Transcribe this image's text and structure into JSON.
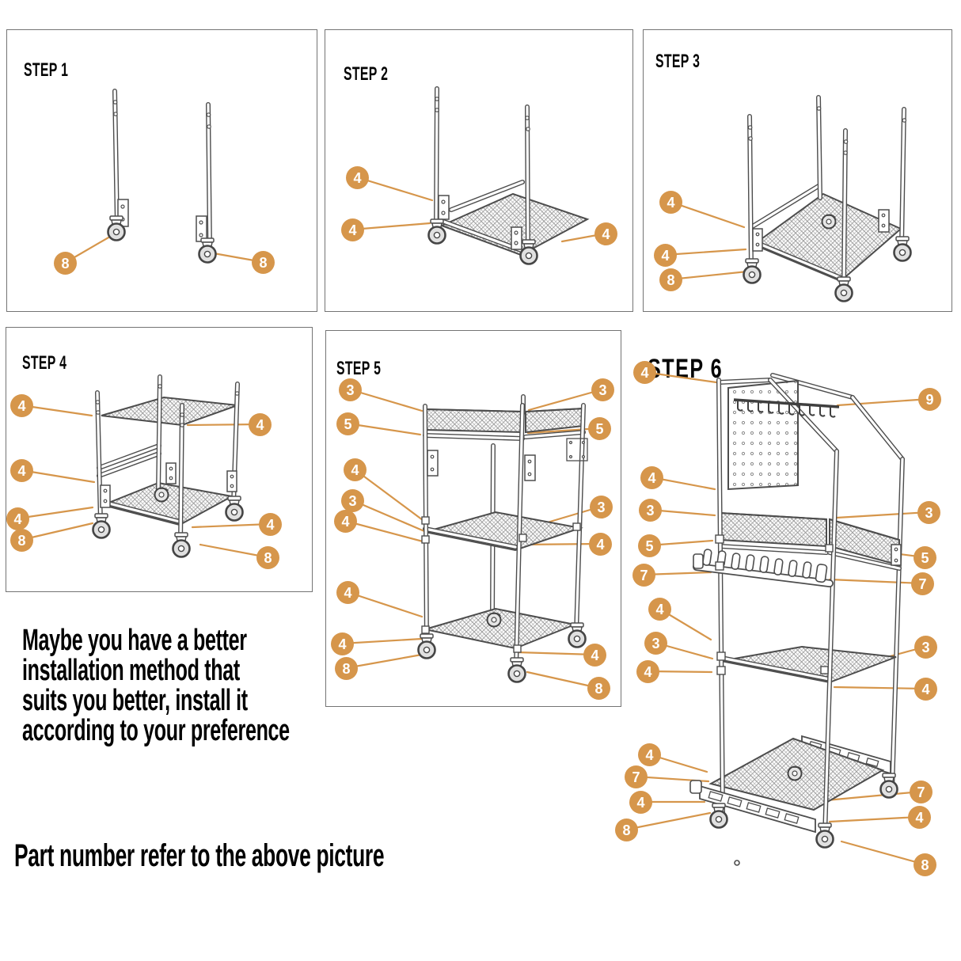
{
  "document": {
    "kind": "assembly-instruction-sheet",
    "product": "rolling utility cart"
  },
  "colors": {
    "accent": "#D6964B",
    "badge_text": "#FFFFFF",
    "line_art": "#4D4D4D",
    "panel_border": "#747474",
    "background": "#FFFFFF",
    "text": "#000000"
  },
  "notes": {
    "tip_lines": [
      "Maybe you have a better",
      "installation method that",
      "suits you better, install it",
      "according to your preference"
    ],
    "footer": "Part number refer to the above picture"
  },
  "steps": {
    "step1": {
      "title": "STEP 1",
      "callouts": [
        "8",
        "8"
      ]
    },
    "step2": {
      "title": "STEP 2",
      "callouts": [
        "4",
        "4",
        "4"
      ]
    },
    "step3": {
      "title": "STEP 3",
      "callouts": [
        "4",
        "4",
        "8"
      ]
    },
    "step4": {
      "title": "STEP 4",
      "callouts": [
        "4",
        "4",
        "4",
        "4",
        "8",
        "4",
        "8"
      ]
    },
    "step5": {
      "title": "STEP 5",
      "callouts": [
        "3",
        "5",
        "4",
        "3",
        "4",
        "4",
        "4",
        "8",
        "3",
        "5",
        "3",
        "4",
        "4",
        "8"
      ]
    },
    "step6": {
      "title": "STEP 6",
      "callouts": [
        "4",
        "4",
        "3",
        "5",
        "7",
        "4",
        "3",
        "4",
        "4",
        "7",
        "4",
        "8",
        "9",
        "3",
        "5",
        "7",
        "3",
        "4",
        "7",
        "4",
        "8"
      ]
    }
  }
}
